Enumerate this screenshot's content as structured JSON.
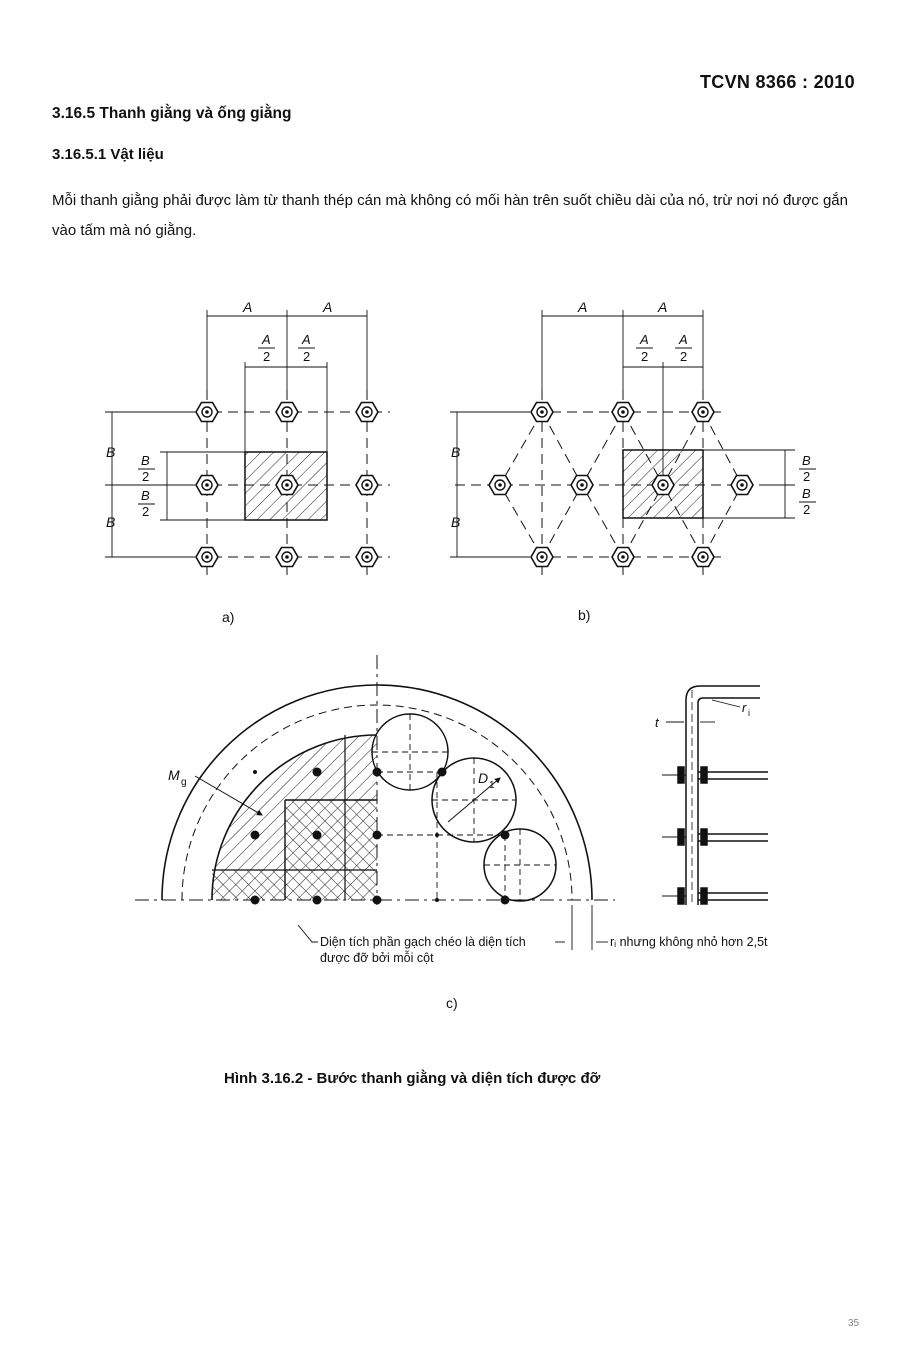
{
  "header": {
    "standard": "TCVN 8366 : 2010"
  },
  "section": {
    "heading": "3.16.5 Thanh giằng và ống giằng",
    "subheading": "3.16.5.1 Vật liệu",
    "paragraph": "Mỗi thanh giằng phải được làm từ thanh thép cán mà không có mối hàn trên suốt chiều dài của nó, trừ nơi nó được gắn vào tấm mà nó giằng."
  },
  "figure": {
    "label_a": "a)",
    "label_b": "b)",
    "label_c": "c)",
    "dim_A": "A",
    "dim_B": "B",
    "half_num_A": "A",
    "half_num_B": "B",
    "half_den": "2",
    "mg": "M",
    "mg_sub": "g",
    "d1": "D",
    "d1_sub": "1",
    "t": "t",
    "ri": "r",
    "ri_sub": "i",
    "note_hatch": "Diện tích phần gạch chéo là diện tích được đỡ bởi mỗi cột",
    "note_ri": "rᵢ nhưng không nhỏ hơn 2,5t",
    "caption": "Hình 3.16.2 - Bước thanh giằng và diện tích được đỡ"
  },
  "page": {
    "number": "35"
  }
}
